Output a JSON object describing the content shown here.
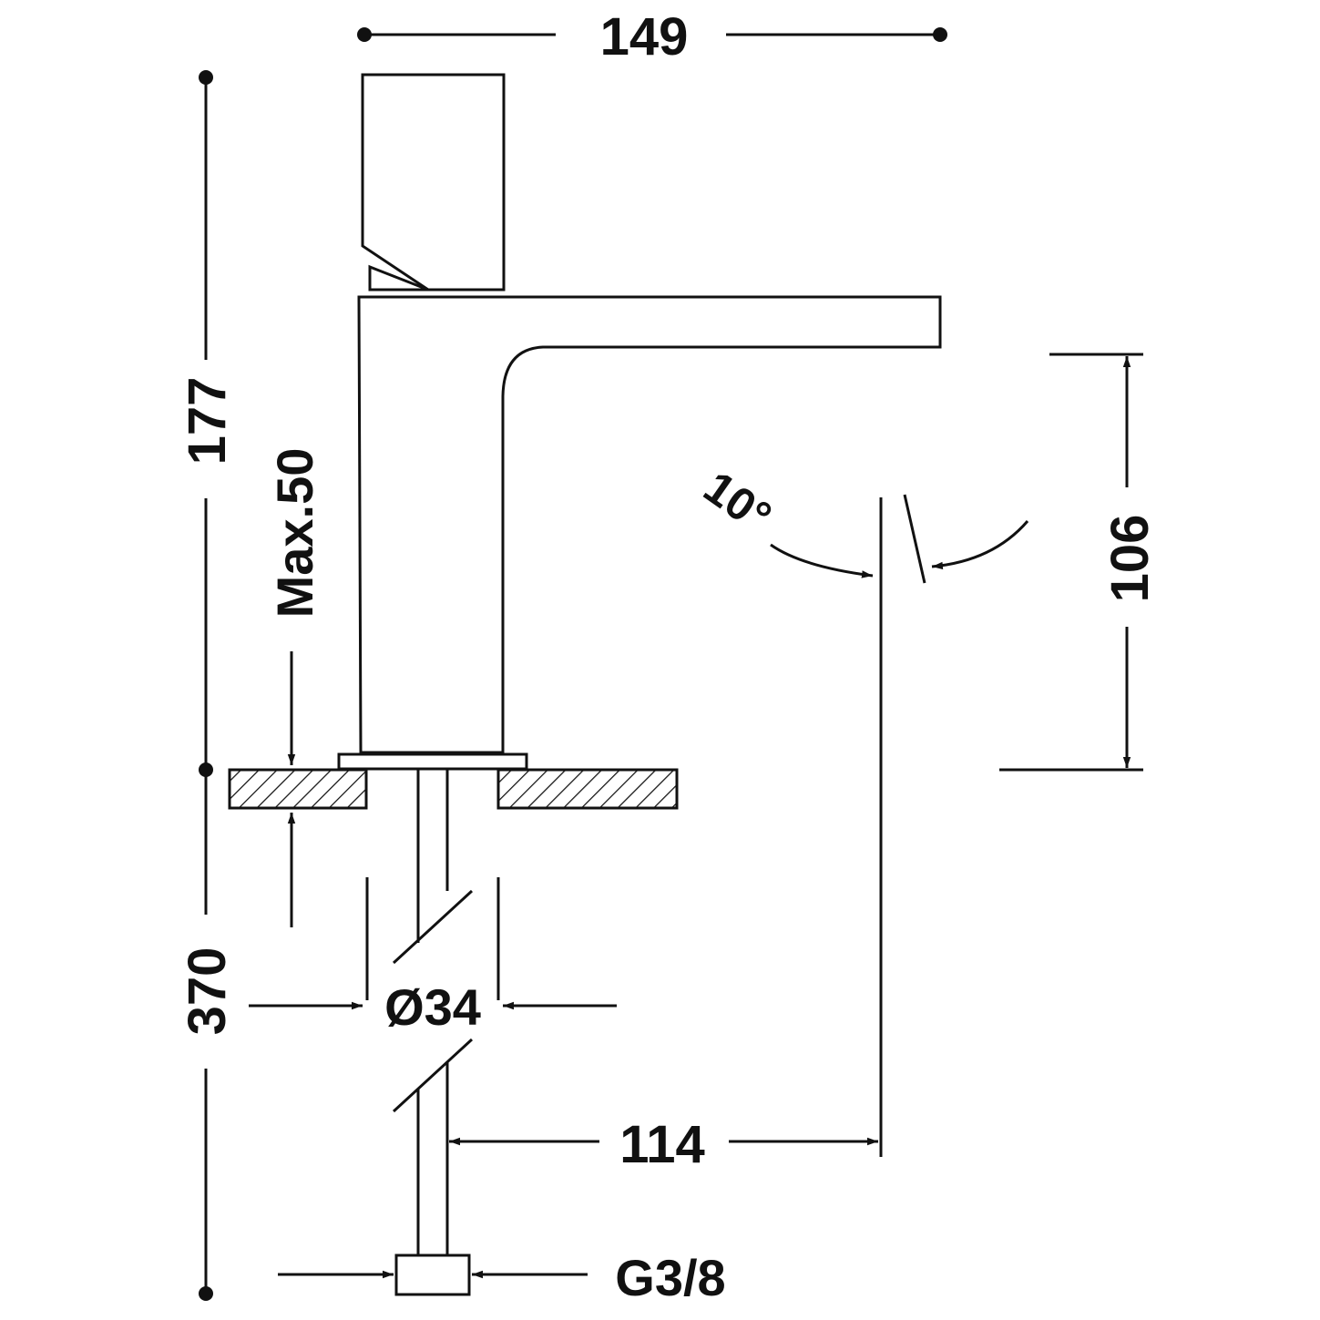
{
  "dimensions": {
    "overall_width": "149",
    "overall_height": "177",
    "max_deck_thickness": "Max.50",
    "spout_height": "106",
    "spout_angle": "10°",
    "body_diameter": "Ø34",
    "spout_reach": "114",
    "hose_length": "370",
    "connection_thread": "G3/8"
  },
  "colors": {
    "line": "#111111",
    "background": "#ffffff"
  }
}
